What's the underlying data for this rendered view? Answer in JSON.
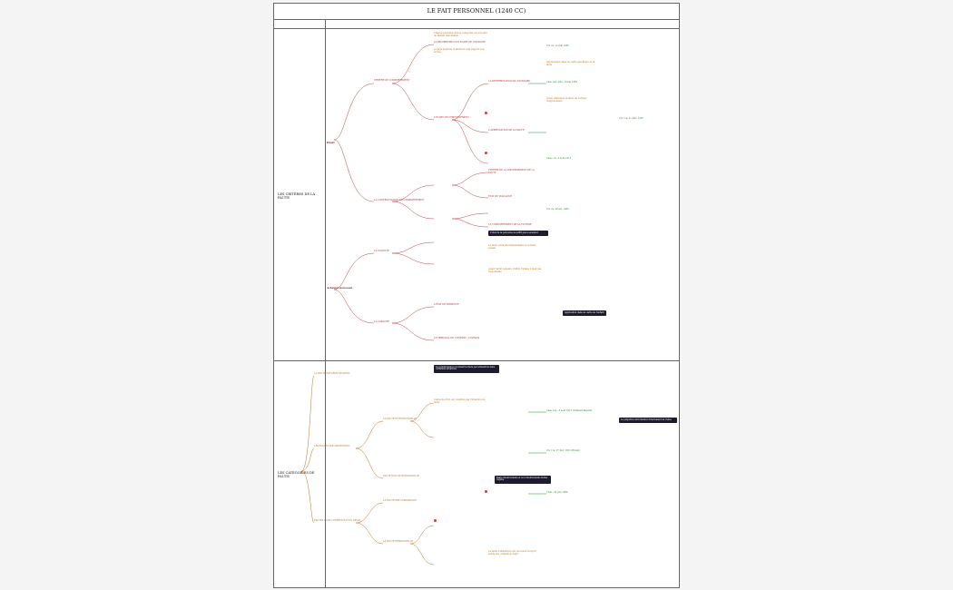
{
  "title": "LE FAIT PERSONNEL (1240 CC)",
  "sections": {
    "top": "LES CRITÈRES DE LA FAUTE",
    "bottom": "LES CATÉGORIES DE FAUTE"
  },
  "branches": {
    "droit": "Droit",
    "doit_nouveau": "Aclaunt nouveau"
  },
  "nodes": {
    "n1": "CRITÈRE DE COMPORTEMENT",
    "n2": "LA RECHERCHE D'UN ÉCART DE CONDUITE",
    "n3": "LA CONFRONTATION AU COMPORTEMENT",
    "n4": "LA DÉTERMINATION DU STANDARD",
    "n5": "L'APPRÉCIATION DE LA FAUTE",
    "n6": "L'ÉCART DE COMPORTEMENT",
    "n7": "LE COMPORTEMENT DE LA VICTIME",
    "n8": "CRITÈRE DE LA DISCERNEMENT DE LA FAUTE",
    "n9": "ÉTAT DE VIGILANCE",
    "n10": "LA VOLONTÉ",
    "n11": "LA CAPACITÉ",
    "n12": "L'ÉTAT DE DÉMENCE",
    "n13": "LE TRIBUNAL DE L'ENFANT / L'INFANS",
    "n14": "LA FAUTE PAR ABUS DE DROIT",
    "n15": "LES FAUTES PAR ABSTENTION",
    "n16": "FAUTES DANS L'EXERCICE D'UN DROIT",
    "n17": "LA FAUTE INTENTIONNELLE",
    "n18": "FAUTE NON INTENTIONNELLE",
    "n19": "LA FAUTE PAR COMMISSION",
    "n20": "LA FAUTE PERSONNELLE"
  },
  "notes": {
    "d1": "Chaque personne doit se comporter en bon père de famille raisonnable",
    "d2": "Le juge apprécie in abstracto par rapport à la norme",
    "d3": "Appréciation dans un cadre spécifique de la faute",
    "d4": "Il faut distinguer la faute de l'erreur d'appréciation",
    "d5": "La faute civile est indépendante de la faute pénale",
    "d6": "Avant l'arrêt Lemaire (1984), l'infans n'était pas responsable",
    "d7": "L'abus de droit est constitué par l'intention de nuire",
    "d8": "La faute d'abstention est reconnue lorsqu'il existe une obligation d'agir"
  },
  "refs": {
    "c1": "Civ. 2e, 12 mai 1966",
    "c2": "Cass. ass. plén., 9 mai 1984",
    "c3": "Civ. 1re, 21 janv. 1997",
    "c4": "Cass. civ., 3 août 1915",
    "c5": "Civ. 2e, 28 avr. 1965",
    "c6": "Cass. req., 3 août 1915 (Clément-Bayard)",
    "c7": "Civ. 1re, 27 févr. 1951 (Branly)",
    "c8": "Crim., 22 juin 1954"
  },
  "callouts": {
    "k1": "L'état de la personne ne suffit pas à exonérer",
    "k2": "Application dans un cadre de l'enfant",
    "k3": "La jurisprudence reconnaît la faute par abstention dans certaines situations",
    "k4": "Le préjudice doit résulter directement de l'abus",
    "k5": "Faute intentionnelle et non intentionnelle même régime"
  },
  "colors": {
    "red": "#b03030",
    "orange": "#c07020",
    "green": "#2a8a2a",
    "callout": "#1c1c2e"
  }
}
